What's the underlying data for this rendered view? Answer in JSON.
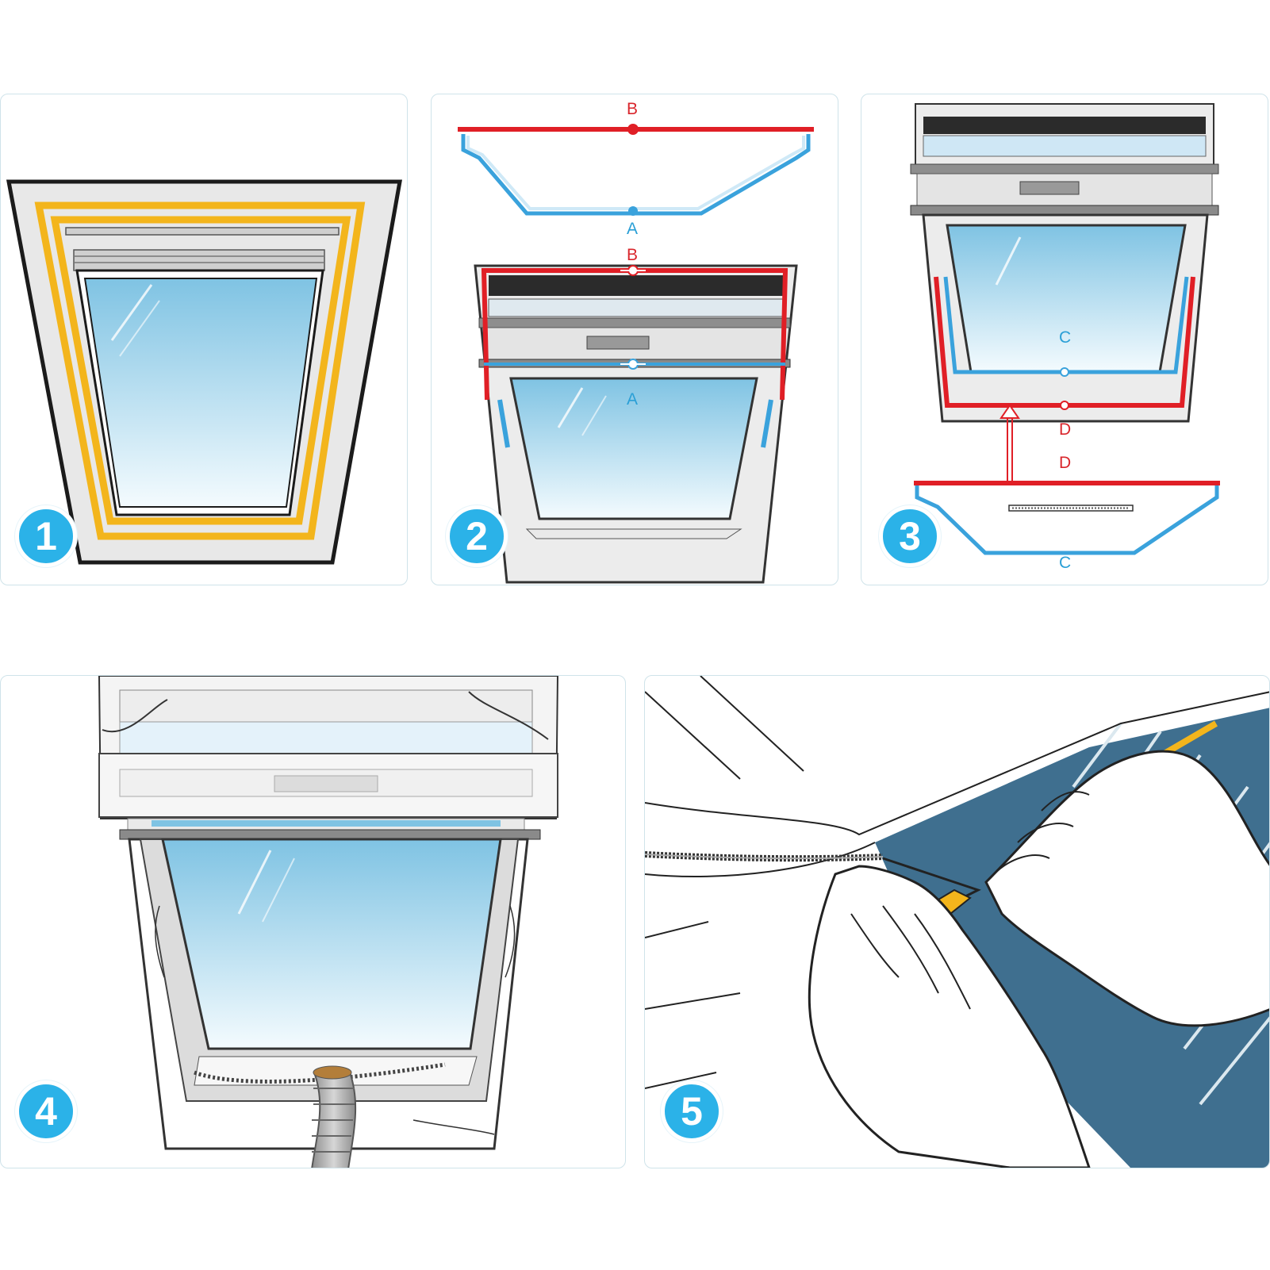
{
  "colors": {
    "tape_yellow": "#f3b51c",
    "hook_red": "#e01f26",
    "hook_blue": "#3aa2dc",
    "badge_blue": "#2bb2e8",
    "frame_line": "#222222",
    "fabric_blue": "#3f6f8f"
  },
  "steps": [
    {
      "number": "1",
      "labels": []
    },
    {
      "number": "2",
      "labels": [
        "B",
        "A",
        "B",
        "A"
      ]
    },
    {
      "number": "3",
      "labels": [
        "C",
        "D",
        "D",
        "C"
      ]
    },
    {
      "number": "4",
      "labels": []
    },
    {
      "number": "5",
      "labels": []
    }
  ]
}
